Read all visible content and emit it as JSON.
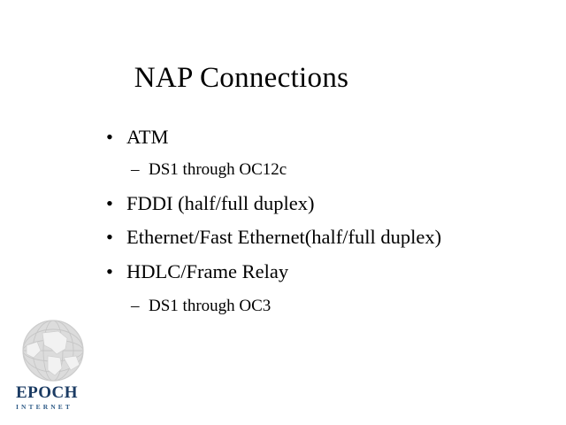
{
  "slide": {
    "title": "NAP Connections",
    "background_color": "#ffffff",
    "text_color": "#000000",
    "bullets": [
      {
        "level": 1,
        "marker": "•",
        "text": "ATM"
      },
      {
        "level": 2,
        "marker": "–",
        "text": "DS1 through OC12c"
      },
      {
        "level": 1,
        "marker": "•",
        "text": "FDDI (half/full duplex)"
      },
      {
        "level": 1,
        "marker": "•",
        "text": "Ethernet/Fast Ethernet(half/full duplex)"
      },
      {
        "level": 1,
        "marker": "•",
        "text": "HDLC/Frame Relay"
      },
      {
        "level": 2,
        "marker": "–",
        "text": "DS1 through OC3"
      }
    ]
  },
  "logo": {
    "name": "EPOCH",
    "tagline": "INTERNET",
    "globe_color": "#d9d9d9",
    "wordmark_color": "#1b3b63",
    "tagline_color": "#2d5a86"
  }
}
